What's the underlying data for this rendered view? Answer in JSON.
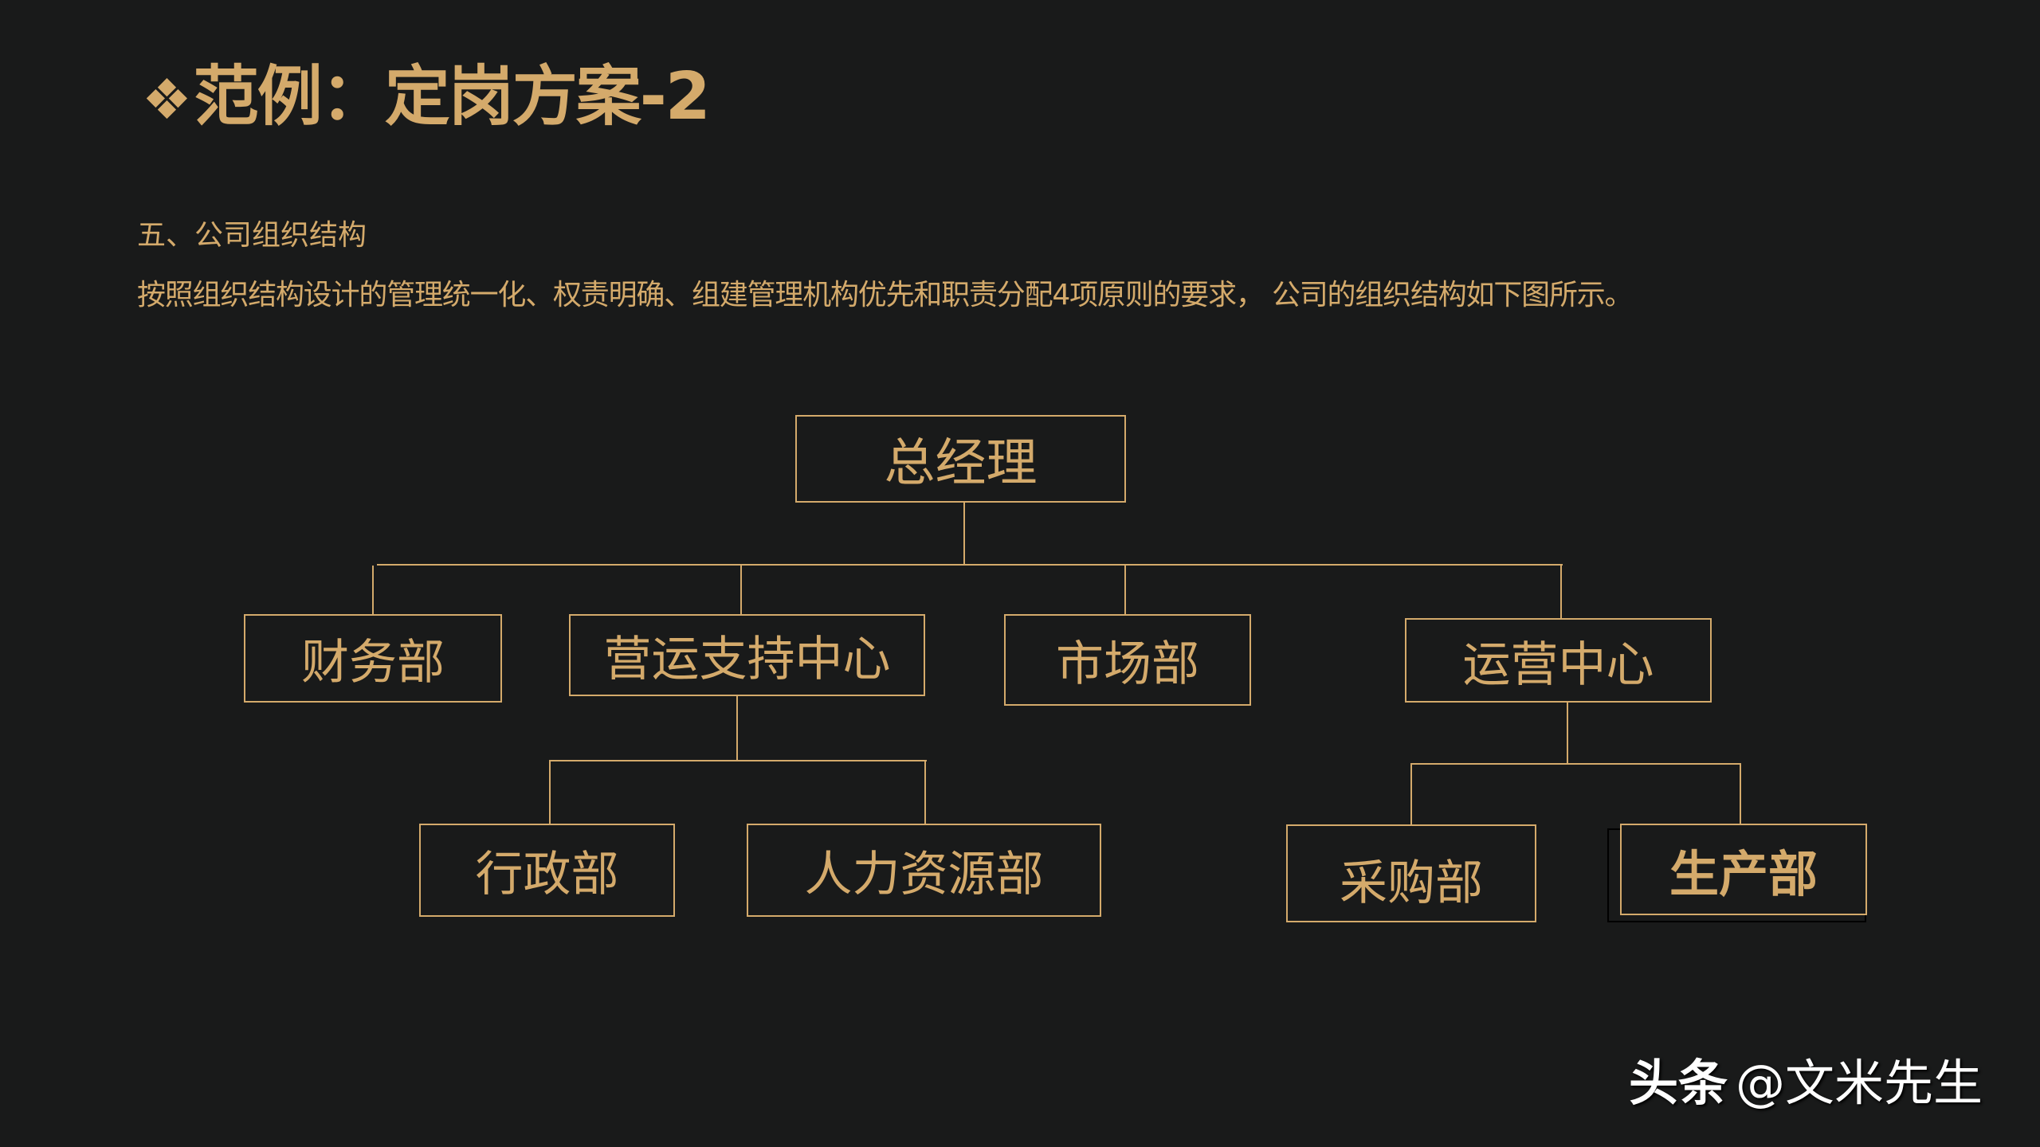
{
  "slide": {
    "title_bullet": "❖",
    "title": "范例：定岗方案-2",
    "section_heading": "五、公司组织结构",
    "body": "按照组织结构设计的管理统一化、权责明确、组建管理机构优先和职责分配4项原则的要求，  公司的组织结构如下图所示。"
  },
  "org_chart": {
    "root": "总经理",
    "level1": [
      {
        "label": "财务部",
        "children": []
      },
      {
        "label": "营运支持中心",
        "children": [
          "行政部",
          "人力资源部"
        ]
      },
      {
        "label": "市场部",
        "children": []
      },
      {
        "label": "运营中心",
        "children": [
          "采购部",
          "生产部"
        ]
      }
    ]
  },
  "nodes": {
    "root": "总经理",
    "finance": "财务部",
    "ops_support": "营运支持中心",
    "marketing": "市场部",
    "operations": "运营中心",
    "admin": "行政部",
    "hr": "人力资源部",
    "purchasing": "采购部",
    "production": "生产部"
  },
  "watermark": {
    "brand": "头条",
    "handle": "@文米先生"
  },
  "colors": {
    "background": "#191a1a",
    "accent_gold": "#d4aa6b",
    "watermark": "#ffffff"
  }
}
